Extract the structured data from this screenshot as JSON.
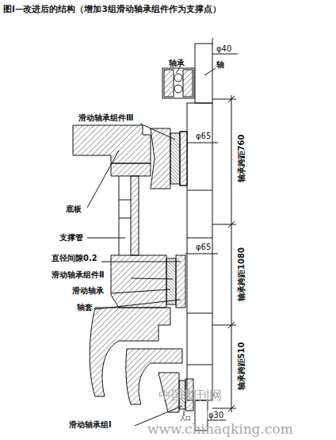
{
  "diagram": {
    "title": "图Ⅰ—改进后的结构（增加3组滑动轴承组件作为支撑点）",
    "labels": [
      "轴",
      "轴承",
      "φ40",
      "滑动轴承组件Ⅲ",
      "φ65",
      "底板",
      "支撑管",
      "轴承跨距760",
      "直径间隙0.2",
      "滑动轴承组件Ⅱ",
      "滑动轴承",
      "轴套",
      "φ65",
      "轴承跨距1080",
      "轴承跨距510",
      "入口",
      "φ30",
      "滑动轴承组Ⅰ",
      "中国期刊网",
      "www.chinaqking.com"
    ]
  }
}
